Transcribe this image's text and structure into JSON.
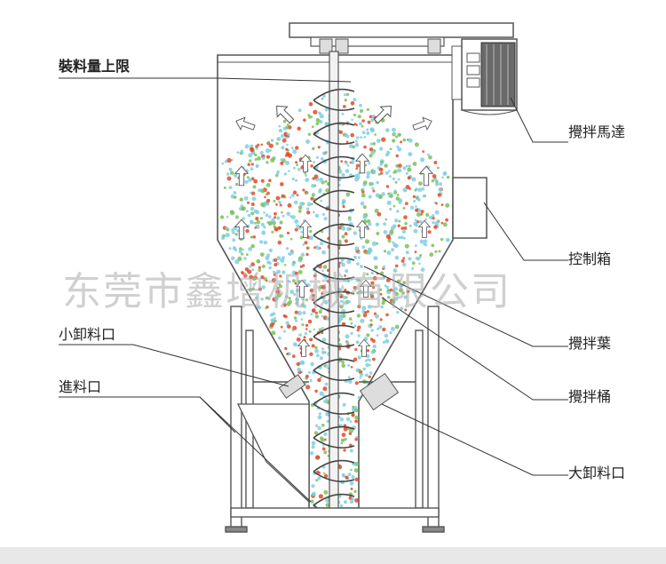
{
  "labels": {
    "fill_limit": "裝料量上限",
    "stirring_motor": "攪拌馬達",
    "control_box": "控制箱",
    "small_discharge": "小卸料口",
    "mixing_blade": "攪拌葉",
    "feed_inlet": "進料口",
    "mixing_barrel": "攪拌桶",
    "large_discharge": "大卸料口"
  },
  "watermark": "东莞市鑫增机械有限公司",
  "colors": {
    "line": "#555555",
    "particle_red": "#e04a2a",
    "particle_green": "#7bbf5a",
    "particle_blue": "#7fcfe0",
    "motor": "#6a6a6a"
  }
}
